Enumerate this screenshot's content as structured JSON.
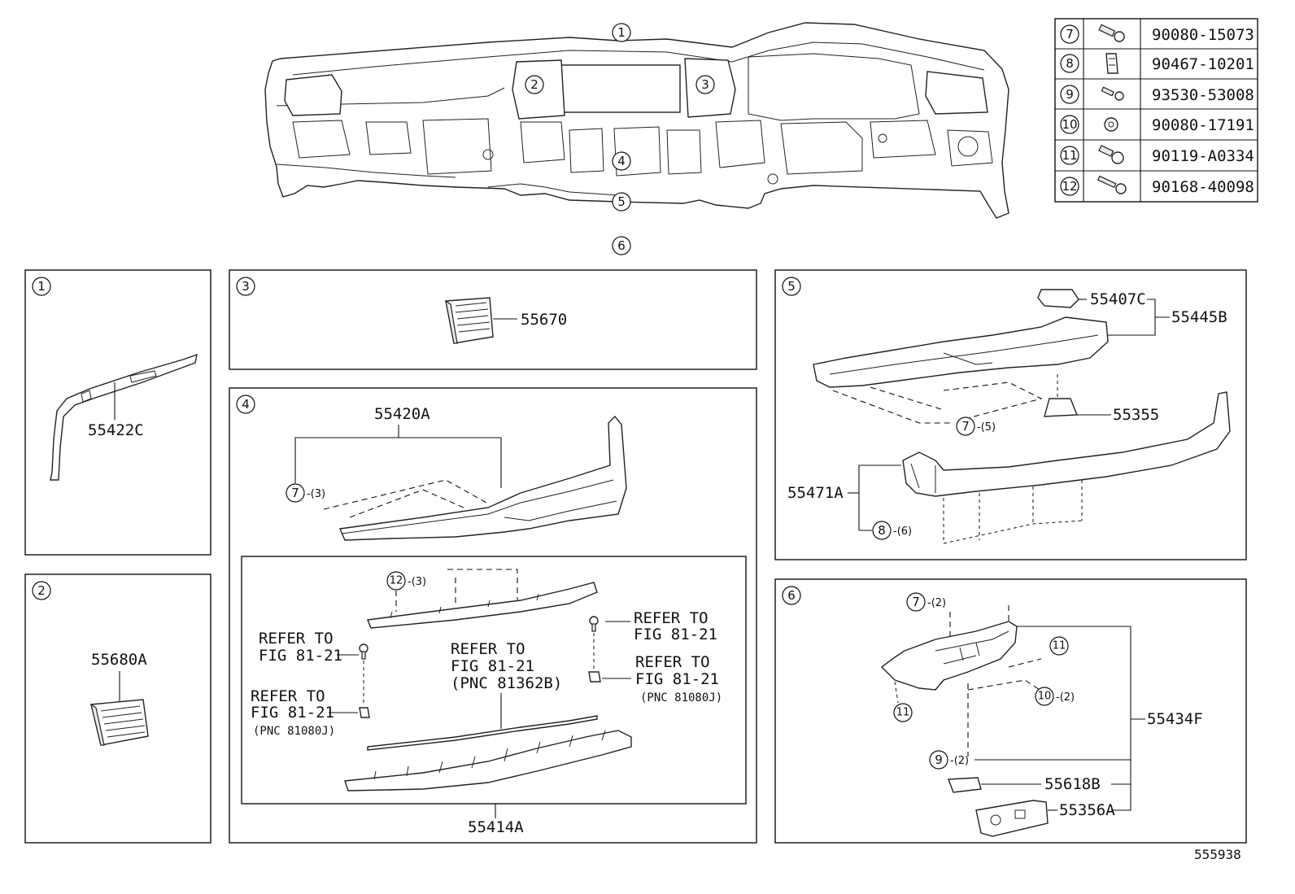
{
  "callouts": {
    "c1": "1",
    "c2": "2",
    "c3": "3",
    "c4": "4",
    "c5": "5",
    "c6": "6",
    "c7": "7",
    "c8": "8",
    "c9": "9",
    "c10": "10",
    "c11": "11",
    "c12": "12"
  },
  "parts_table": [
    {
      "ref": "7",
      "icon": "bolt-icon",
      "part": "90080-15073"
    },
    {
      "ref": "8",
      "icon": "clip-icon",
      "part": "90467-10201"
    },
    {
      "ref": "9",
      "icon": "screw-icon",
      "part": "93530-53008"
    },
    {
      "ref": "10",
      "icon": "nut-icon",
      "part": "90080-17191"
    },
    {
      "ref": "11",
      "icon": "flange-bolt-icon",
      "part": "90119-A0334"
    },
    {
      "ref": "12",
      "icon": "long-screw-icon",
      "part": "90168-40098"
    }
  ],
  "panel1": {
    "part": "55422C"
  },
  "panel2": {
    "part": "55680A"
  },
  "panel3": {
    "part": "55670"
  },
  "panel4": {
    "part_top": "55420A",
    "qty_7": "-(3)",
    "qty_12": "-(3)",
    "refer_to": "REFER TO",
    "fig": "FIG 81-21",
    "pnc_81362b": "(PNC 81362B)",
    "pnc_81080j": "(PNC 81080J)",
    "part_bottom": "55414A"
  },
  "panel5": {
    "p55407c": "55407C",
    "p55445b": "55445B",
    "p55355": "55355",
    "p55471a": "55471A",
    "qty_7": "-(5)",
    "qty_8": "-(6)"
  },
  "panel6": {
    "qty_7": "-(2)",
    "qty_10": "-(2)",
    "qty_9": "-(2)",
    "p55434f": "55434F",
    "p55618b": "55618B",
    "p55356a": "55356A"
  },
  "diagram_id": "555938"
}
